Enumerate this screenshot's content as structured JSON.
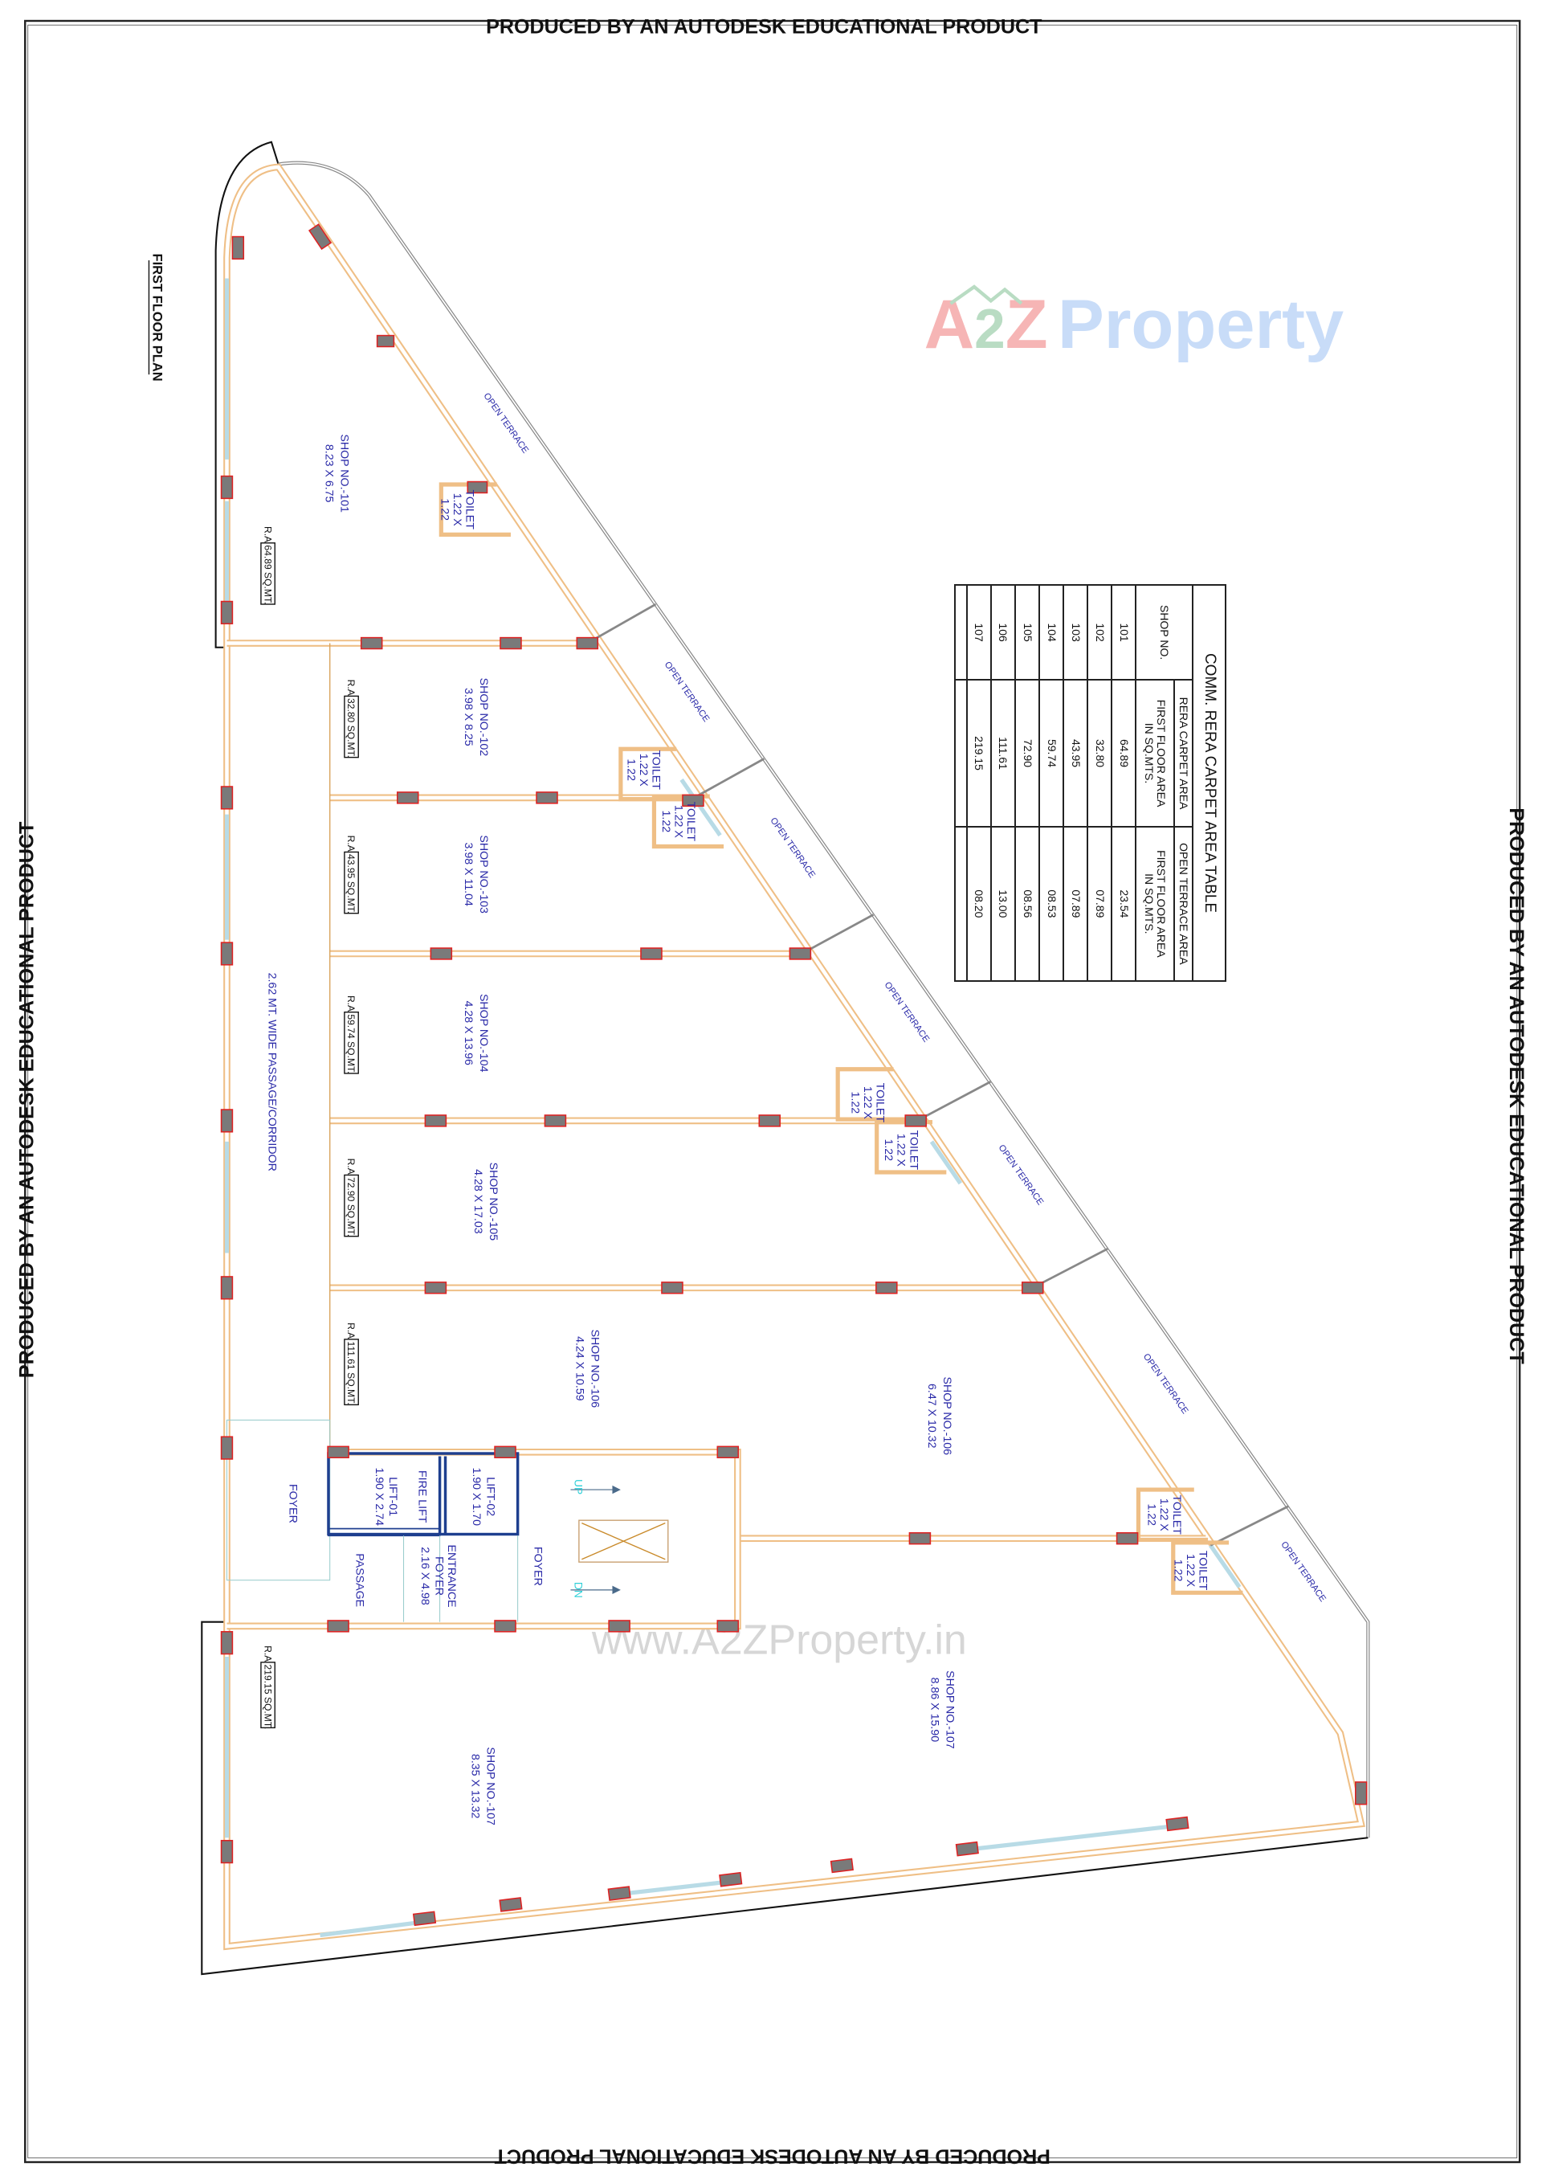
{
  "watermark": "PRODUCED BY AN AUTODESK EDUCATIONAL PRODUCT",
  "plan_title": "FIRST FLOOR PLAN",
  "logo": {
    "a": "A",
    "two": "2",
    "z": "Z",
    "property": "Property",
    "colors": {
      "a": "#f6b5b5",
      "two": "#b9dcc3",
      "z": "#f6b5b5",
      "P": "#c8dcf8",
      "r": "#fbd7c0",
      "o": "#fbe7a8",
      "p": "#c8dcf8",
      "e": "#bfe3c6",
      "rt": "#fbd7c0",
      "t": "#fbe7a8",
      "y": "#bfe3c6"
    }
  },
  "website": "www.A2ZProperty.in",
  "colors": {
    "wall": "#efbf86",
    "window": "#b8dbe6",
    "column_fill": "#7a7a7a",
    "column_border": "#d22",
    "label": "#2a2aa8"
  },
  "shops": [
    {
      "name": "SHOP NO.-101",
      "dims": "8.23 X 6.75",
      "ra_prefix": "R.A",
      "ra": "64.89 SQ.MT."
    },
    {
      "name": "SHOP NO.-102",
      "dims": "3.98 X 8.25",
      "ra_prefix": "R.A",
      "ra": "32.80 SQ.MT."
    },
    {
      "name": "SHOP NO.-103",
      "dims": "3.98 X 11.04",
      "ra_prefix": "R.A",
      "ra": "43.95 SQ.MT."
    },
    {
      "name": "SHOP NO.-104",
      "dims": "4.28 X 13.96",
      "ra_prefix": "R.A",
      "ra": "59.74 SQ.MT."
    },
    {
      "name": "SHOP NO.-105",
      "dims": "4.28 X 17.03",
      "ra_prefix": "R.A",
      "ra": "72.90 SQ.MT."
    },
    {
      "name": "SHOP NO.-106",
      "dims": "4.24 X 10.59",
      "ra_prefix": "R.A",
      "ra": "111.61 SQ.MT."
    },
    {
      "name": "SHOP NO.-106",
      "dims": "6.47 X 10.32"
    },
    {
      "name": "SHOP NO.-107",
      "dims": "8.86 X 15.90"
    },
    {
      "name": "SHOP NO.-107",
      "dims": "8.35 X 13.32",
      "ra_prefix": "R.A",
      "ra": "219.15 SQ.MT."
    }
  ],
  "toilet": {
    "name": "TOILET",
    "dims1": "1.22 X",
    "dims2": "1.22"
  },
  "open_terrace": "OPEN TERRACE",
  "corridor": "2.62 MT. WIDE PASSAGE/CORRIDOR",
  "core": {
    "foyer": "FOYER",
    "lift1_title": "FIRE LIFT",
    "lift1_name": "LIFT-01",
    "lift1_dims": "1.90 X 2.74",
    "lift2_name": "LIFT-02",
    "lift2_dims": "1.90 X 1.70",
    "entrance1": "ENTRANCE",
    "entrance2": "FOYER",
    "entrance_dims": "2.16 X 4.98",
    "passage": "PASSAGE",
    "foyer2": "FOYER",
    "up": "UP",
    "dn": "DN"
  },
  "table": {
    "title": "COMM. RERA CARPET AREA TABLE",
    "col_shop": "SHOP NO.",
    "col_rera": "RERA CARPET AREA",
    "col_terrace": "OPEN TERRACE AREA",
    "sub1": "FIRST FLOOR AREA",
    "sub2": "IN SQ.MTS.",
    "rows": [
      {
        "shop": "101",
        "rera": "64.89",
        "terrace": "23.54"
      },
      {
        "shop": "102",
        "rera": "32.80",
        "terrace": "07.89"
      },
      {
        "shop": "103",
        "rera": "43.95",
        "terrace": "07.89"
      },
      {
        "shop": "104",
        "rera": "59.74",
        "terrace": "08.53"
      },
      {
        "shop": "105",
        "rera": "72.90",
        "terrace": "08.56"
      },
      {
        "shop": "106",
        "rera": "111.61",
        "terrace": "13.00"
      },
      {
        "shop": "107",
        "rera": "219.15",
        "terrace": "08.20"
      }
    ]
  }
}
